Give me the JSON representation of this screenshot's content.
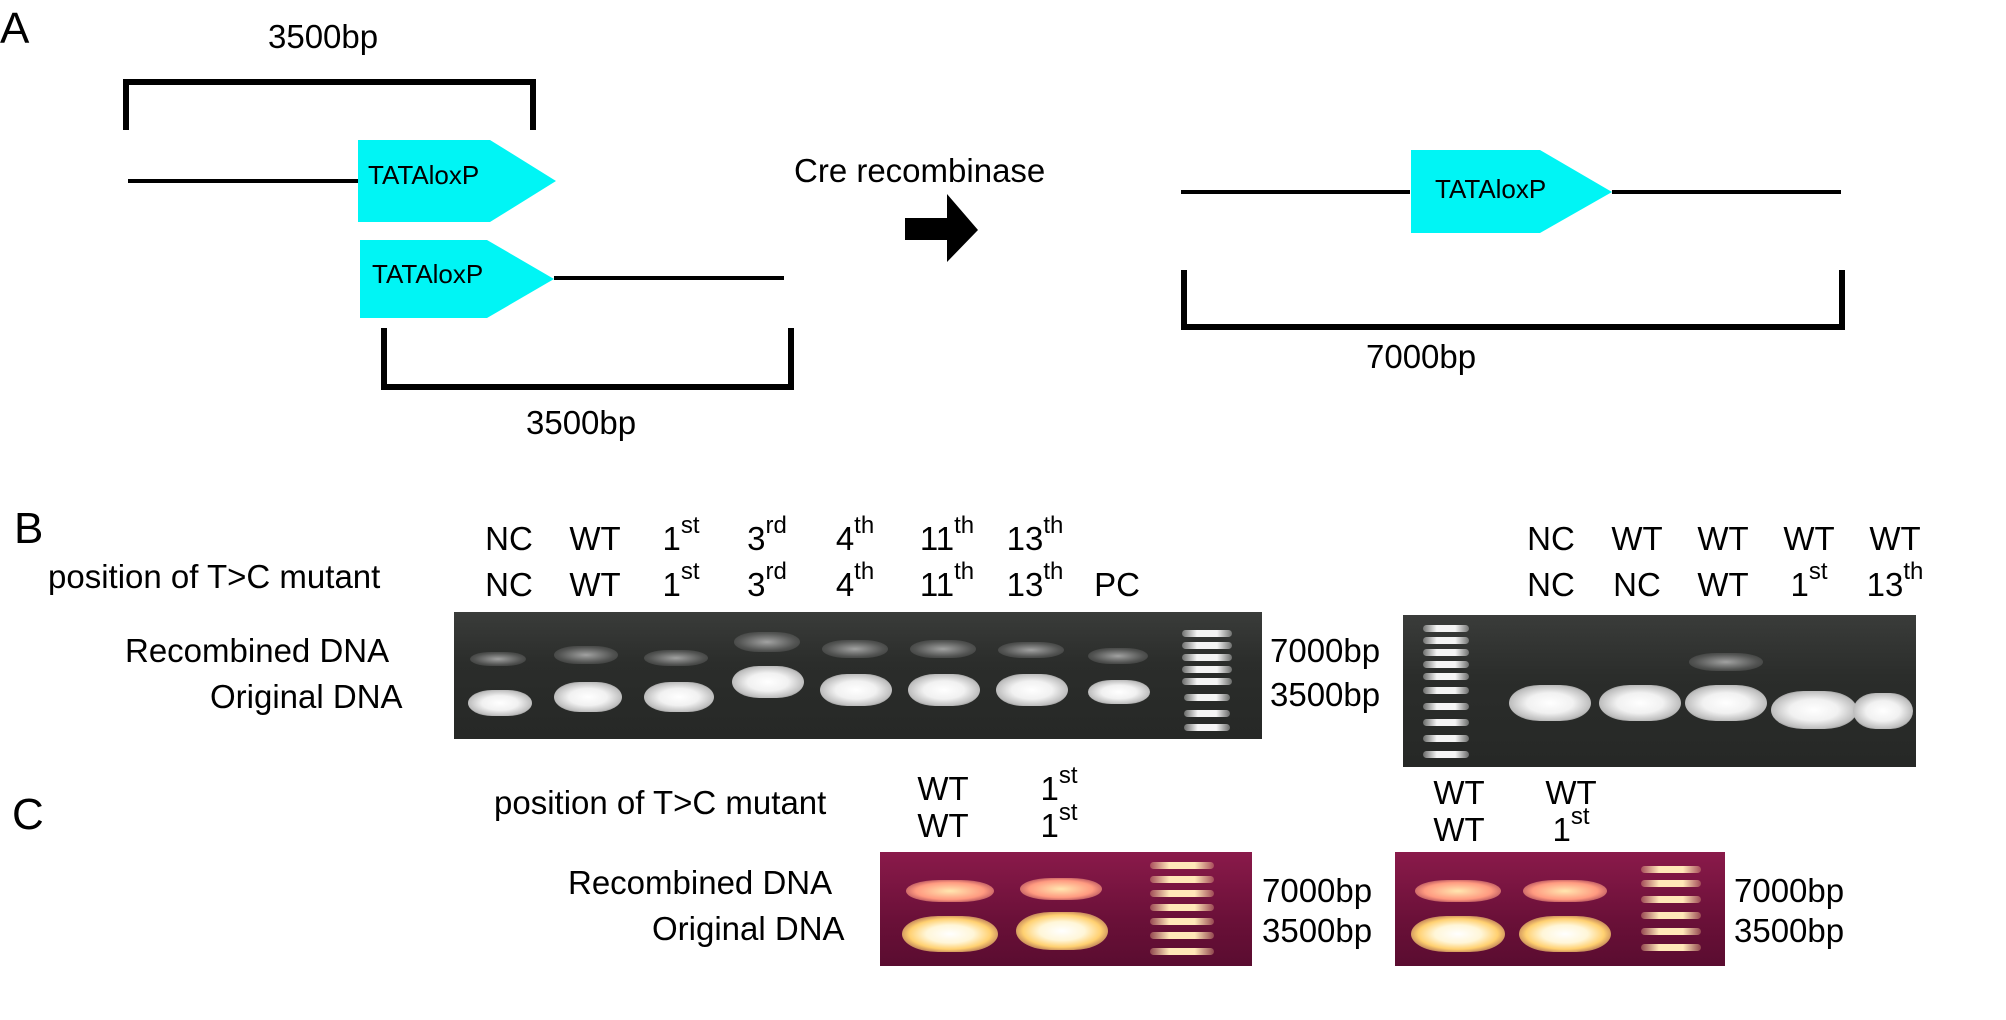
{
  "panelA": {
    "letter": "A",
    "bracket_top_label": "3500bp",
    "bracket_bottom_label": "3500bp",
    "element_top": "TATAloxP",
    "element_bottom": "TATAloxP",
    "arrow_label": "Cre recombinase",
    "element_result": "TATAloxP",
    "bracket_result_label": "7000bp",
    "colors": {
      "element": "#00f5f5",
      "line": "#000000"
    }
  },
  "panelB": {
    "letter": "B",
    "row_caption": "position of T>C mutant",
    "band_labels": {
      "recombined": "Recombined DNA",
      "original": "Original DNA"
    },
    "ladder_labels": {
      "upper": "7000bp",
      "lower": "3500bp"
    },
    "gel1_lanes": [
      {
        "top": "NC",
        "bottom": "NC",
        "top_sup": "",
        "bottom_sup": ""
      },
      {
        "top": "WT",
        "bottom": "WT",
        "top_sup": "",
        "bottom_sup": ""
      },
      {
        "top": "1",
        "bottom": "1",
        "top_sup": "st",
        "bottom_sup": "st"
      },
      {
        "top": "3",
        "bottom": "3",
        "top_sup": "rd",
        "bottom_sup": "rd"
      },
      {
        "top": "4",
        "bottom": "4",
        "top_sup": "th",
        "bottom_sup": "th"
      },
      {
        "top": "11",
        "bottom": "11",
        "top_sup": "th",
        "bottom_sup": "th"
      },
      {
        "top": "13",
        "bottom": "13",
        "top_sup": "th",
        "bottom_sup": "th"
      },
      {
        "top": "",
        "bottom": "PC",
        "top_sup": "",
        "bottom_sup": ""
      }
    ],
    "gel2_lanes": [
      {
        "top": "NC",
        "bottom": "NC",
        "top_sup": "",
        "bottom_sup": ""
      },
      {
        "top": "WT",
        "bottom": "NC",
        "top_sup": "",
        "bottom_sup": ""
      },
      {
        "top": "WT",
        "bottom": "WT",
        "top_sup": "",
        "bottom_sup": ""
      },
      {
        "top": "WT",
        "bottom": "1",
        "top_sup": "",
        "bottom_sup": "st"
      },
      {
        "top": "WT",
        "bottom": "13",
        "top_sup": "",
        "bottom_sup": "th"
      }
    ]
  },
  "panelC": {
    "letter": "C",
    "row_caption": "position of T>C mutant",
    "band_labels": {
      "recombined": "Recombined DNA",
      "original": "Original DNA"
    },
    "gel1_ladder_labels": {
      "upper": "7000bp",
      "lower": "3500bp"
    },
    "gel2_ladder_labels": {
      "upper": "7000bp",
      "lower": "3500bp"
    },
    "gel1_lanes": [
      {
        "top": "WT",
        "bottom": "WT",
        "top_sup": "",
        "bottom_sup": ""
      },
      {
        "top": "1",
        "bottom": "1",
        "top_sup": "st",
        "bottom_sup": "st"
      }
    ],
    "gel2_lanes": [
      {
        "top": "WT",
        "bottom": "WT",
        "top_sup": "",
        "bottom_sup": ""
      },
      {
        "top": "WT",
        "bottom": "1",
        "top_sup": "",
        "bottom_sup": "st"
      }
    ]
  }
}
